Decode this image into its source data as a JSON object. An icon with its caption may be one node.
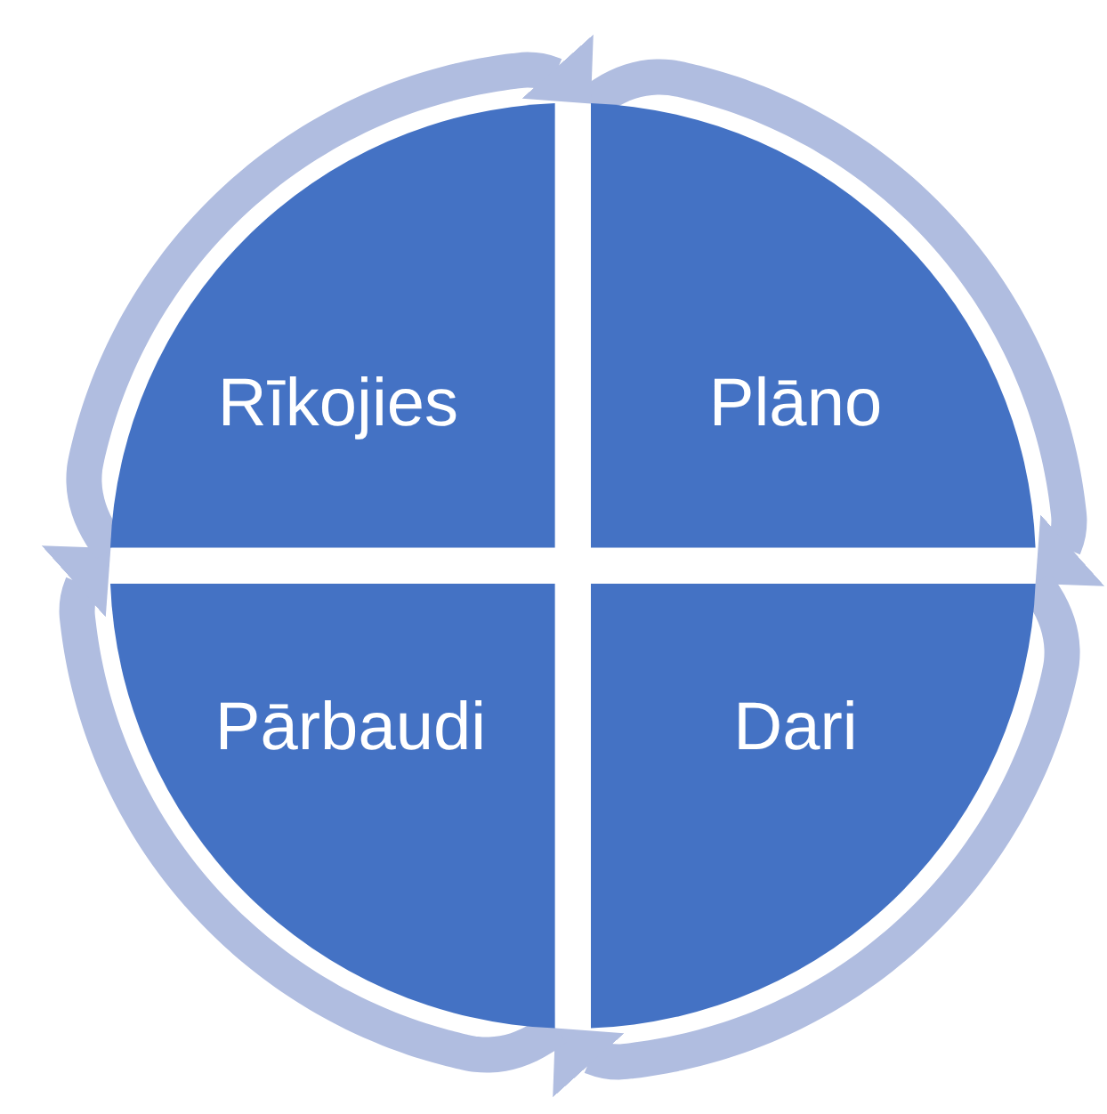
{
  "diagram": {
    "nodes": [
      {
        "text": [
          "Rīkojies"
        ]
      },
      {
        "text": [
          "Plāno"
        ]
      },
      {
        "text": [
          "Pārbaudi"
        ]
      },
      {
        "text": [
          "Dari"
        ]
      }
    ],
    "edges": [
      {
        "from": 1,
        "to": 3,
        "arrow": "to"
      },
      {
        "from": 3,
        "to": 2,
        "arrow": "to"
      },
      {
        "from": 2,
        "to": 0,
        "arrow": "to"
      },
      {
        "from": 0,
        "to": 1,
        "arrow": "to"
      }
    ]
  }
}
